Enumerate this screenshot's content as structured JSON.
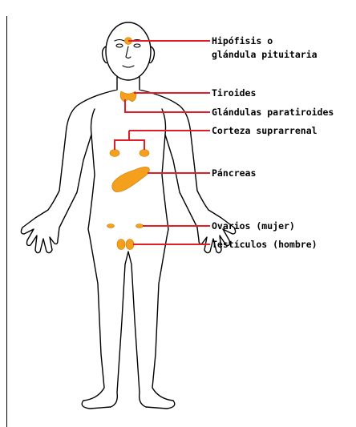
{
  "colors": {
    "outline": "#000000",
    "leader_line": "#e11d2a",
    "gland_fill": "#f5a01c",
    "label_text": "#000000",
    "background": "#ffffff"
  },
  "labels": {
    "hipofisis_line1": "Hipófisis o",
    "hipofisis_line2": "glándula pituitaria",
    "tiroides": "Tiroides",
    "paratiroides": "Glándulas paratiroides",
    "suprarrenal": "Corteza suprarrenal",
    "pancreas": "Páncreas",
    "ovarios": "Ovarios (mujer)",
    "testiculos": "Testículos (hombre)"
  }
}
